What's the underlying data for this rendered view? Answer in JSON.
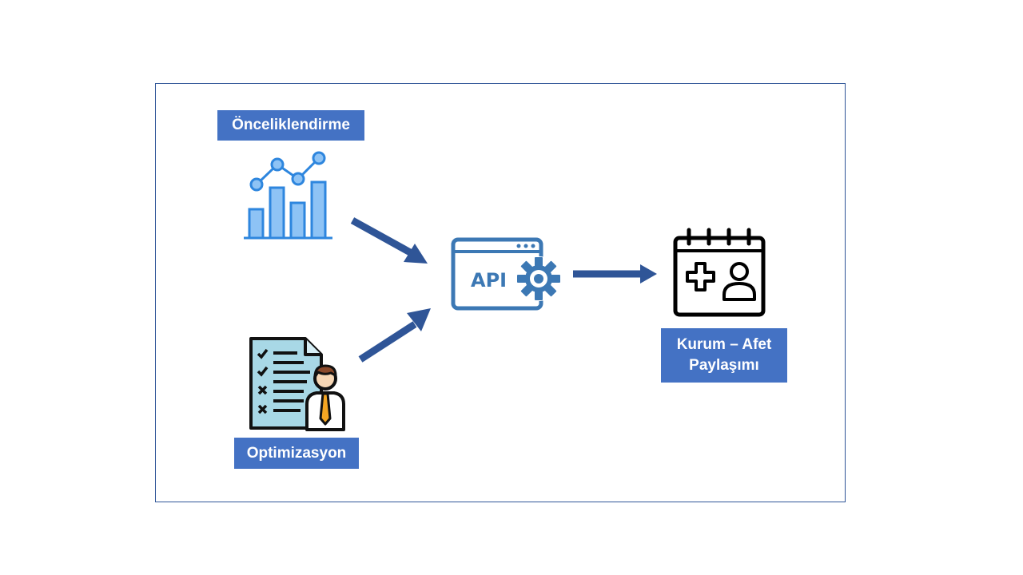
{
  "nodes": {
    "prioritization": {
      "label": "Önceliklendirme",
      "icon": "bar-line-chart-icon"
    },
    "optimization": {
      "label": "Optimizasyon",
      "icon": "checklist-person-icon"
    },
    "api": {
      "label": "API",
      "icon": "api-gear-icon"
    },
    "sharing": {
      "label_line1": "Kurum – Afet",
      "label_line2": "Paylaşımı",
      "icon": "calendar-medical-user-icon"
    }
  },
  "colors": {
    "label_bg": "#4472c4",
    "arrow": "#2f5597",
    "frame_border": "#2f5597",
    "api_blue": "#3c78b4",
    "chart_blue": "#2e86de",
    "chart_fill": "#8ec3f5"
  }
}
